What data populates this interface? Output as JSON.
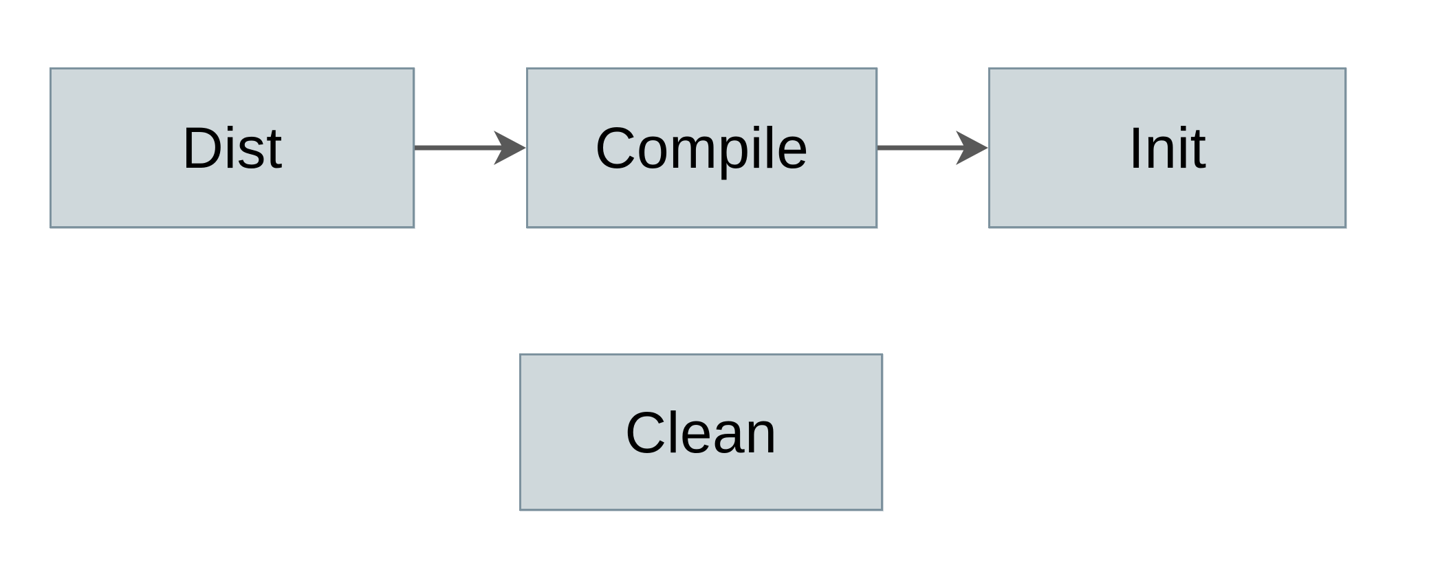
{
  "diagram": {
    "type": "flowchart",
    "nodes": [
      {
        "id": "dist",
        "label": "Dist"
      },
      {
        "id": "compile",
        "label": "Compile"
      },
      {
        "id": "init",
        "label": "Init"
      },
      {
        "id": "clean",
        "label": "Clean"
      }
    ],
    "edges": [
      {
        "from": "Dist",
        "to": "Compile",
        "direction": "right"
      },
      {
        "from": "Compile",
        "to": "Init",
        "direction": "right"
      }
    ],
    "colors": {
      "node_fill": "#cfd8db",
      "node_border": "#7d929e",
      "arrow": "#595959",
      "text": "#000000",
      "background": "#ffffff"
    }
  }
}
